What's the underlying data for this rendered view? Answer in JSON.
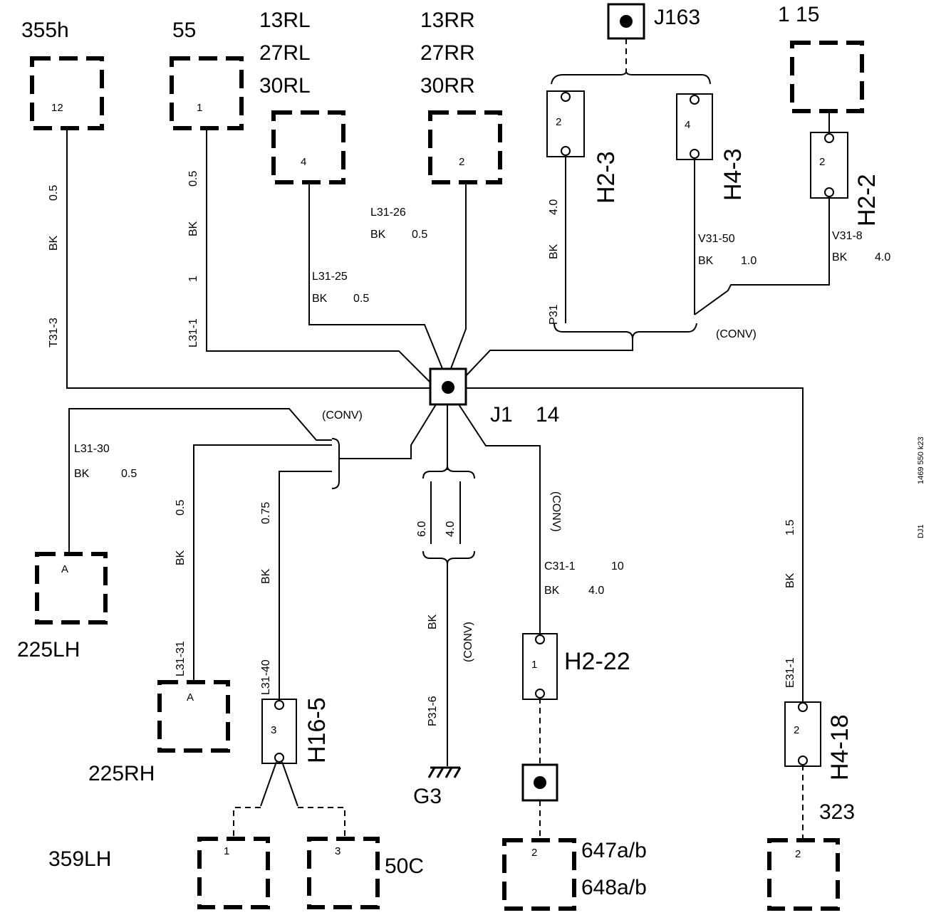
{
  "connectors": {
    "c355h": {
      "name": "355h",
      "pin": "12"
    },
    "c55": {
      "name": "55",
      "pin": "1"
    },
    "rl": {
      "line1": "13RL",
      "line2": "27RL",
      "line3": "30RL",
      "pin": "4"
    },
    "rr": {
      "line1": "13RR",
      "line2": "27RR",
      "line3": "30RR",
      "pin": "2"
    },
    "c115": {
      "name": "1 15"
    },
    "c225lh": {
      "name": "225LH",
      "pin": "A"
    },
    "c225rh": {
      "name": "225RH",
      "pin": "A"
    },
    "c359lh": {
      "name": "359LH",
      "pin": "1"
    },
    "c50c": {
      "name": "50C",
      "pin": "3"
    },
    "c647": {
      "line1": "647a/b",
      "line2": "648a/b",
      "pin": "2"
    },
    "c323": {
      "name": "323",
      "pin": "2"
    }
  },
  "junctions": {
    "j163": "J163",
    "j1": "J1",
    "j1_num": "14"
  },
  "ground": "G3",
  "fuses": {
    "h2_3": {
      "name": "H2-3",
      "pin": "2"
    },
    "h4_3": {
      "name": "H4-3",
      "pin": "4"
    },
    "h2_2": {
      "name": "H2-2",
      "pin": "2"
    },
    "h2_22": {
      "name": "H2-22",
      "pin": "1"
    },
    "h16_5": {
      "name": "H16-5",
      "pin": "3"
    },
    "h4_18": {
      "name": "H4-18",
      "pin": "2"
    }
  },
  "wires": {
    "t31_3": {
      "size": "0.5",
      "color": "BK",
      "id": "T31-3"
    },
    "l31_1": {
      "size": "0.5",
      "color": "BK",
      "num": "1",
      "id": "L31-1"
    },
    "l31_25": {
      "id": "L31-25",
      "color": "BK",
      "size": "0.5"
    },
    "l31_26": {
      "id": "L31-26",
      "color": "BK",
      "size": "0.5"
    },
    "p31": {
      "size": "4.0",
      "color": "BK",
      "id": "P31"
    },
    "v31_50": {
      "id": "V31-50",
      "color": "BK",
      "size": "1.0"
    },
    "v31_8": {
      "id": "V31-8",
      "color": "BK",
      "size": "4.0"
    },
    "l31_30": {
      "id": "L31-30",
      "color": "BK",
      "size": "0.5"
    },
    "l31_31": {
      "size": "0.5",
      "color": "BK",
      "id": "L31-31"
    },
    "l31_40": {
      "size": "0.75",
      "color": "BK",
      "id": "L31-40"
    },
    "p31_6": {
      "size_a": "6.0",
      "size_b": "4.0",
      "color": "BK",
      "conv": "(CONV)",
      "id": "P31-6"
    },
    "c31_1": {
      "conv": "(CONV)",
      "id": "C31-1",
      "num": "10",
      "color": "BK",
      "size": "4.0"
    },
    "e31_1": {
      "size": "1.5",
      "color": "BK",
      "id": "E31-1"
    }
  },
  "conv_labels": {
    "top_right": "(CONV)",
    "left": "(CONV)"
  },
  "side_code": {
    "line1": "1469 550 k23",
    "line2": "DJ1"
  }
}
